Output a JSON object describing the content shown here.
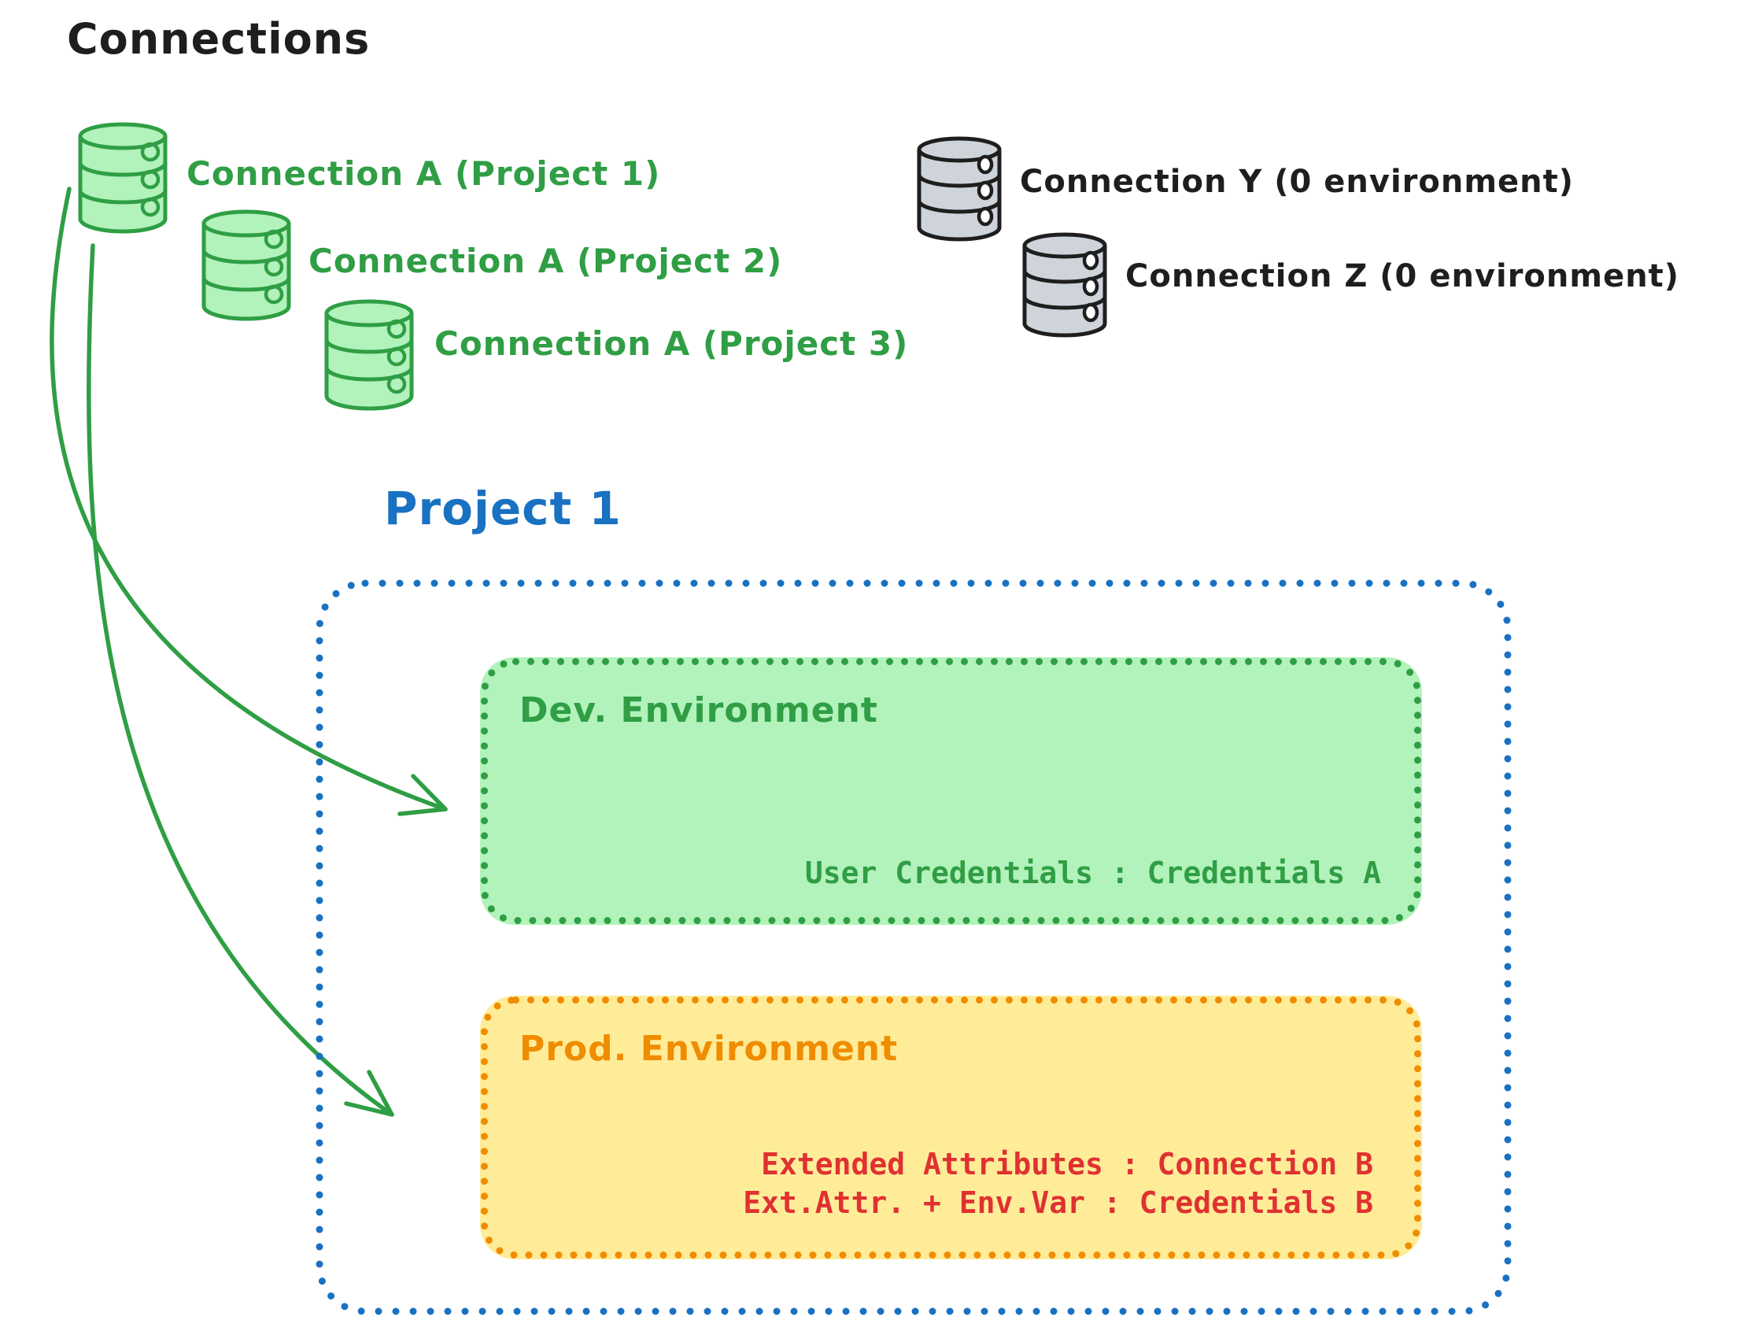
{
  "title": "Connections",
  "colors": {
    "ink": "#1e1e1e",
    "green": "#2f9e44",
    "green_fill": "#b2f2bb",
    "blue": "#1971c2",
    "orange": "#f08c00",
    "orange_fill": "#ffec99",
    "red": "#e03131",
    "gray_fill": "#ced4da",
    "gray_stroke": "#1e1e1e"
  },
  "connections": {
    "project_connections": [
      "Connection A (Project 1)",
      "Connection A (Project 2)",
      "Connection A (Project 3)"
    ],
    "unassigned_connections": [
      "Connection Y (0 environment)",
      "Connection Z (0 environment)"
    ]
  },
  "project": {
    "title": "Project 1",
    "dev_environment": {
      "title": "Dev. Environment",
      "mapping": "User Credentials : Credentials A"
    },
    "prod_environment": {
      "title": "Prod. Environment",
      "mappings": [
        "Extended Attributes : Connection B",
        "Ext.Attr. + Env.Var : Credentials B"
      ]
    }
  }
}
